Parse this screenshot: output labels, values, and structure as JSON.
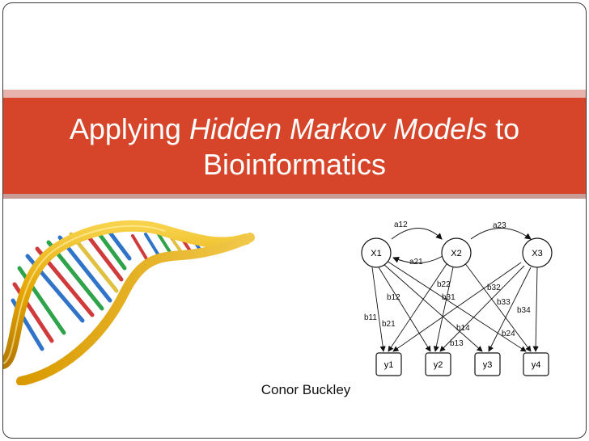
{
  "slide": {
    "title_part1": "Applying ",
    "title_italic": "Hidden Markov Models",
    "title_part2": " to",
    "title_line2": "Bioinformatics",
    "author": "Conor Buckley"
  },
  "diagram": {
    "hidden_states": [
      "X1",
      "X2",
      "X3"
    ],
    "observations": [
      "y1",
      "y2",
      "y3",
      "y4"
    ],
    "transition_labels": [
      "a12",
      "a21",
      "a23"
    ],
    "emission_labels": [
      "b11",
      "b12",
      "b13",
      "b14",
      "b21",
      "b22",
      "b24",
      "b31",
      "b32",
      "b33",
      "b34"
    ]
  },
  "colors": {
    "banner": "#d6452a",
    "banner_stripe": "#e9b3ad",
    "title_text": "#ffffff",
    "dna_backbone": "#e3a400"
  }
}
